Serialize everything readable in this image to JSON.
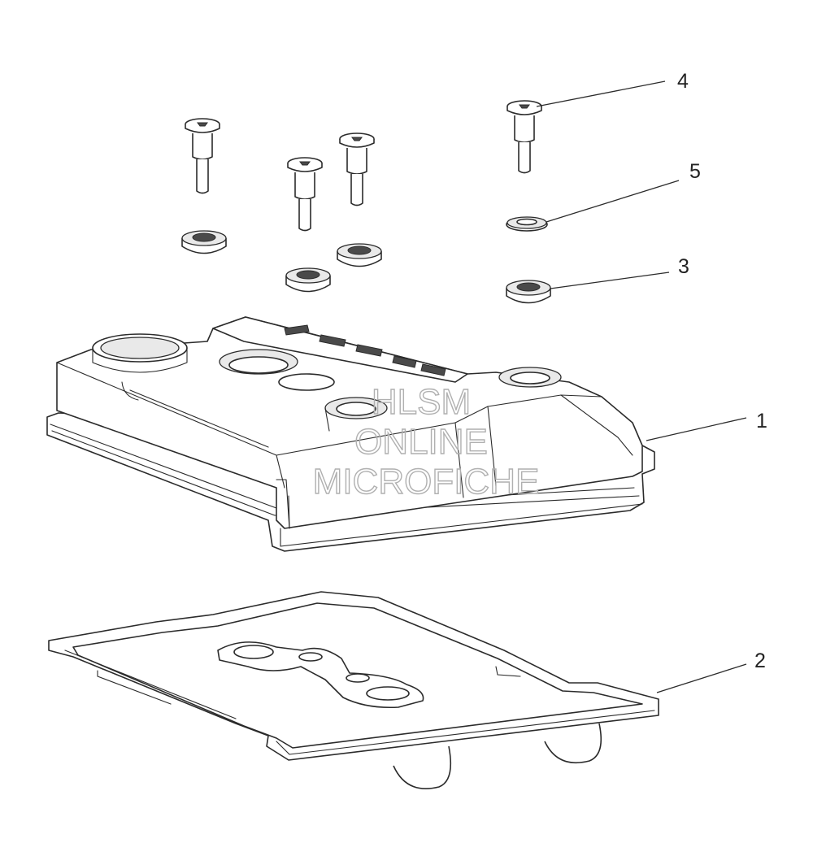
{
  "callouts": [
    {
      "id": "1",
      "label": "1"
    },
    {
      "id": "2",
      "label": "2"
    },
    {
      "id": "3",
      "label": "3"
    },
    {
      "id": "4",
      "label": "4"
    },
    {
      "id": "5",
      "label": "5"
    }
  ],
  "watermark": {
    "line1": "HLSM",
    "line2": "ONLINE",
    "line3": "MICROFICHE",
    "color": "#b0b0b0"
  }
}
